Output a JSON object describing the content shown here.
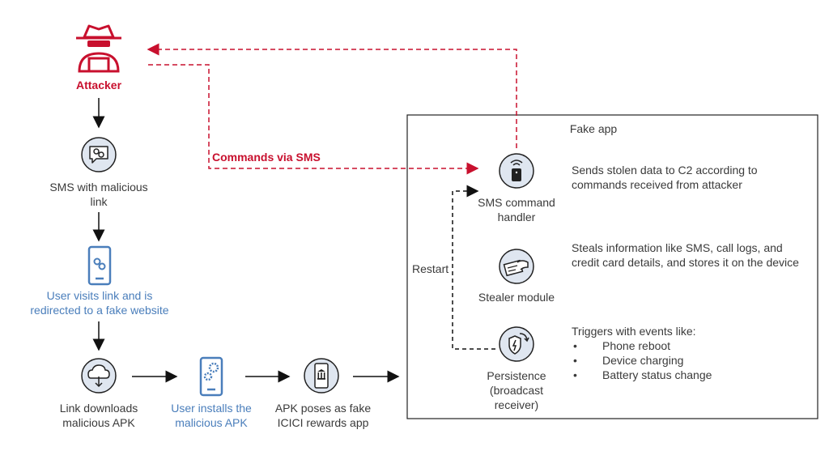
{
  "attacker": {
    "label": "Attacker"
  },
  "steps": {
    "sms": "SMS with malicious link",
    "visit": "User visits link and is redirected to a fake website",
    "download": "Link downloads malicious APK",
    "install": "User installs the malicious APK",
    "apk": "APK poses as fake ICICI rewards app"
  },
  "commands_label": "Commands via SMS",
  "restart_label": "Restart",
  "fake_app": {
    "title": "Fake app",
    "sms_handler": {
      "label": "SMS command handler",
      "desc": "Sends stolen data to C2 according to commands received from attacker"
    },
    "stealer": {
      "label": "Stealer module",
      "desc": "Steals information like SMS, call logs, and credit card details, and stores it on the device"
    },
    "persistence": {
      "label": "Persistence (broadcast receiver)",
      "desc": "Triggers with events like:",
      "events": [
        "Phone reboot",
        "Device charging",
        "Battery status change"
      ]
    }
  },
  "colors": {
    "accent_red": "#c8102e",
    "accent_blue": "#4a7ebb",
    "icon_fill": "#dfe6f0"
  }
}
